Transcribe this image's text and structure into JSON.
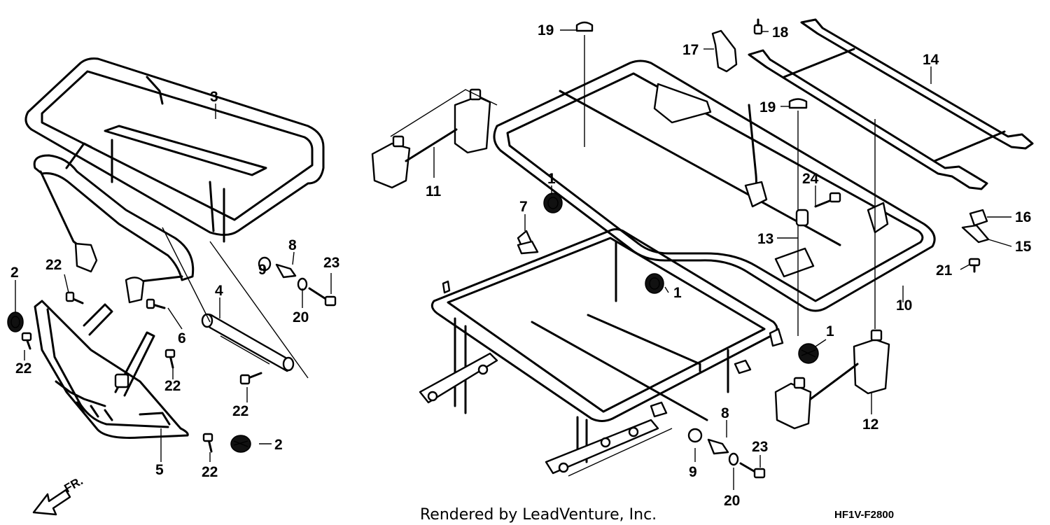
{
  "diagram": {
    "callouts": {
      "c1a": "1",
      "c1b": "1",
      "c1c": "1",
      "c2a": "2",
      "c2b": "2",
      "c3": "3",
      "c4": "4",
      "c5": "5",
      "c6": "6",
      "c7": "7",
      "c8a": "8",
      "c8b": "8",
      "c9a": "9",
      "c9b": "9",
      "c10": "10",
      "c11": "11",
      "c12": "12",
      "c13": "13",
      "c14": "14",
      "c15": "15",
      "c16": "16",
      "c17": "17",
      "c18": "18",
      "c19a": "19",
      "c19b": "19",
      "c20a": "20",
      "c20b": "20",
      "c21": "21",
      "c22a": "22",
      "c22b": "22",
      "c22c": "22",
      "c22d": "22",
      "c22e": "22",
      "c23a": "23",
      "c23b": "23",
      "c24": "24"
    },
    "direction_label": "FR.",
    "footer_text": "Rendered by LeadVenture, Inc.",
    "figure_code": "HF1V-F2800"
  }
}
